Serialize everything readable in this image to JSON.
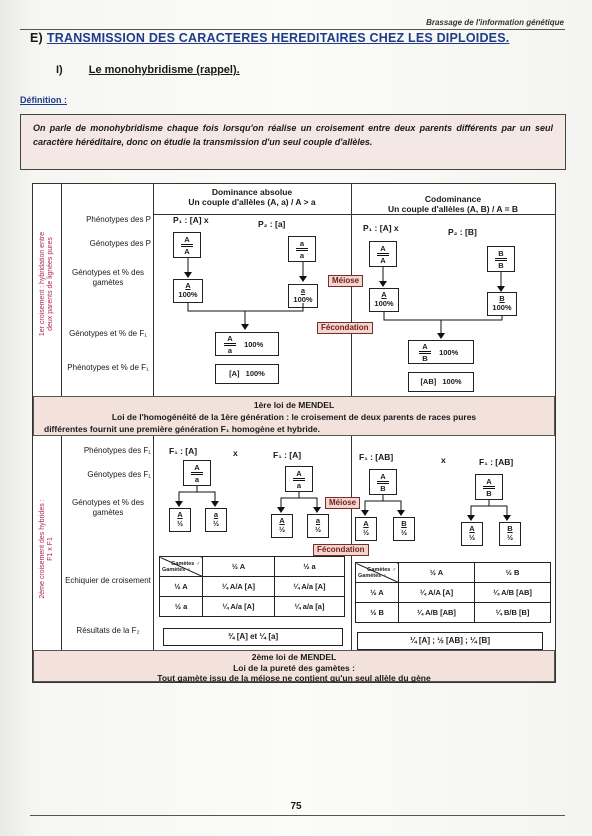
{
  "header": {
    "running_title": "Brassage de l'information génétique"
  },
  "section": {
    "letter": "E)",
    "title": "TRANSMISSION DES CARACTERES HEREDITAIRES CHEZ LES DIPLOIDES."
  },
  "subsection": {
    "number": "I)",
    "title": "Le monohybridisme (rappel)."
  },
  "definition": {
    "label": "Définition :",
    "text": "On parle de monohybridisme chaque fois lorsqu'on réalise un croisement entre deux parents différents par un seul caractère héréditaire, donc on étudie la transmission d'un seul couple d'allèles."
  },
  "cross1": {
    "side_label_1": "1er croisement : hybridation entre",
    "side_label_2": "deux parents de lignées pures",
    "col_dom_title": "Dominance absolue",
    "col_dom_sub": "Un couple d'allèles (A, a) / A > a",
    "col_codom_title": "Codominance",
    "col_codom_sub": "Un couple d'allèles (A, B) / A = B",
    "rows": {
      "phen_p": "Phénotypes des P",
      "gen_p": "Génotypes des P",
      "gametes": "Génotypes et % des gamètes",
      "gen_f1": "Génotypes et % de F₁",
      "phen_f1": "Phénotypes et % de F₁"
    },
    "dom": {
      "p1": "P₁ : [A]  x",
      "p2": "P₂ : [a]",
      "g1_top": "A",
      "g1_bot": "A",
      "g2_top": "a",
      "g2_bot": "a",
      "gam1": "A",
      "gam1_pct": "100%",
      "gam2": "a",
      "gam2_pct": "100%",
      "f1_top": "A",
      "f1_bot": "a",
      "f1_pct": "100%",
      "phen_f1": "[A]",
      "phen_f1_pct": "100%"
    },
    "codom": {
      "p1": "P₁ : [A]  x",
      "p2": "P₂ : [B]",
      "g1_top": "A",
      "g1_bot": "A",
      "g2_top": "B",
      "g2_bot": "B",
      "gam1": "A",
      "gam1_pct": "100%",
      "gam2": "B",
      "gam2_pct": "100%",
      "f1_top": "A",
      "f1_bot": "B",
      "f1_pct": "100%",
      "phen_f1": "[AB]",
      "phen_f1_pct": "100%"
    },
    "meiose": "Méiose",
    "fecondation": "Fécondation",
    "law_title": "1ère loi de MENDEL",
    "law_text_1": "Loi de l'homogénéité de la 1ère génération : le croisement de deux parents de races pures",
    "law_text_2": "différentes fournit une première génération F₁ homogène et hybride."
  },
  "cross2": {
    "side_label_1": "2ème croisement des hybrides :",
    "side_label_2": "F1 x F1",
    "rows": {
      "phen_f1": "Phénotypes des F₁",
      "gen_f1": "Génotypes des F₁",
      "gametes": "Génotypes et % des gamètes",
      "echiquier": "Echiquier de croisement",
      "result": "Résultats de la F₂"
    },
    "dom": {
      "f1a": "F₁ : [A]",
      "x": "x",
      "f1b": "F₁ : [A]",
      "g_top": "A",
      "g_bot": "a",
      "gamA": "A",
      "gama": "a",
      "half": "½",
      "result": "¾ [A] et ¼ [a]"
    },
    "codom": {
      "f1a": "F₁ : [AB]",
      "x": "x",
      "f1b": "F₁ : [AB]",
      "g_top": "A",
      "g_bot": "B",
      "gamA": "A",
      "gamB": "B",
      "half": "½",
      "result": "¼ [A] ; ½ [AB] ; ¼ [B]"
    },
    "ech_head_top": "Gamètes ♂",
    "ech_head_side": "Gamètes ♀",
    "ech_dom": {
      "col1": "½ A",
      "col2": "½ a",
      "row1": "½ A",
      "row2": "½ a",
      "c11": "¼ A/A [A]",
      "c12": "¼ A/a [A]",
      "c21": "¼ A/a [A]",
      "c22": "¼ a/a [a]"
    },
    "ech_codom": {
      "col1": "½ A",
      "col2": "½ B",
      "row1": "½ A",
      "row2": "½ B",
      "c11": "¼ A/A [A]",
      "c12": "¼ A/B [AB]",
      "c21": "¼ A/B [AB]",
      "c22": "¼ B/B [B]"
    },
    "meiose": "Méiose",
    "fecondation": "Fécondation",
    "law_title": "2ème loi de MENDEL",
    "law_sub": "Loi de la pureté des gamètes :",
    "law_text": "Tout gamète issu de la méiose ne contient qu'un seul allèle du gène"
  },
  "footer": {
    "page_number": "75"
  }
}
